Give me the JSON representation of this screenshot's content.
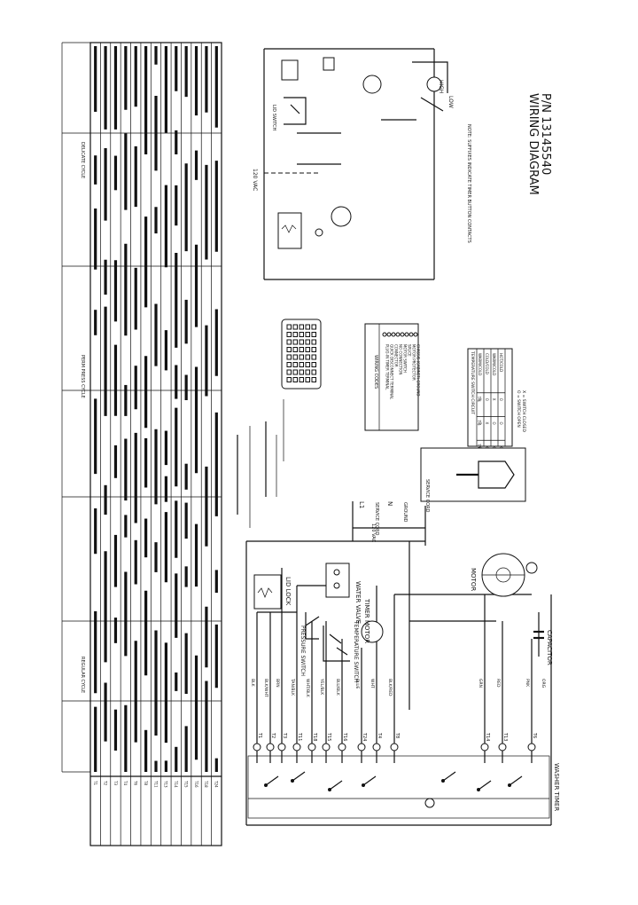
{
  "wiring_title": "WIRING DIAGRAM",
  "part_number": "P/N 13145540",
  "supply": {
    "line": "L1",
    "neutral": "N",
    "voltage": "120 VAC",
    "cord": "SERVICE CORD",
    "ground": "GROUND"
  },
  "labels": {
    "lid_lock": "LID LOCK",
    "pressure_switch": "PRESSURE SWITCH",
    "temperature_switch": "TEMPERATURE SWITCH",
    "water_valve": "WATER VALVE",
    "timer_motor": "TIMER MOTOR",
    "motor": "MOTOR",
    "capacitor": "CAPACITOR",
    "washer_timer": "WASHER TIMER",
    "high": "HIGH",
    "low": "LOW",
    "lid_switch": "LID SWITCH",
    "wiring_codes": "WIRING CODES",
    "temperature_switch_circuit": "TEMPERATURE SWITCH CIRCUIT",
    "service_cord": "SERVICE CORD",
    "note": "NOTE: SUFFIXES INDICATE TIMER BUTTON CONTACTS",
    "schematic_voltage": "120 VAC"
  },
  "wire_colors": {
    "blk": "BLK",
    "blk_wht": "BLK/WHT",
    "brn": "BRN",
    "tan_blk": "TAN/BLK",
    "wht_blk": "WHT/BLK",
    "yel_blk": "YEL/BLK",
    "blu_blk": "BLU/BLK",
    "blue": "BLUE",
    "wht": "WHT",
    "blk_red": "BLK/RED",
    "grn": "GRN",
    "red": "RED",
    "pnk": "PNK",
    "org": "ORG"
  },
  "terminals": [
    "T1",
    "T2",
    "T3",
    "T11",
    "T18",
    "T15",
    "T16",
    "T24",
    "T4",
    "T8",
    "T14",
    "T13",
    "T6"
  ],
  "wiring_codes": [
    "PLUG-IN TIMER TERMINAL",
    "QUICK DISCONNECT TERMINAL",
    "CONNECTOR",
    "NO CONNECTION",
    "MOTOR SWITCH",
    "SPLICE",
    "MOTOR PROTECTOR",
    "CHASSIS (CABINET) GROUND"
  ],
  "temp_table": {
    "columns": [
      "",
      "T-4",
      "T-5",
      "T-6"
    ],
    "rows": [
      [
        "WARM/COLD",
        "X",
        "O",
        "X"
      ],
      [
        "COLD/COLD",
        "O",
        "X",
        "X"
      ],
      [
        "WARM/COLD",
        "X",
        "O",
        "X"
      ],
      [
        "HOT/COLD",
        "O",
        "O",
        "X"
      ]
    ],
    "legend": [
      "O = SWITCH OPEN",
      "X = SWITCH CLOSED"
    ]
  },
  "timer_chart_headers": [
    "REGULAR CYCLE",
    "PERM PRESS CYCLE",
    "DELICATE CYCLE"
  ],
  "timer_chart_rows": [
    "T1",
    "T2",
    "T3",
    "T4",
    "T6",
    "T8",
    "T11",
    "T13",
    "T14",
    "T15",
    "T16",
    "T18",
    "T24"
  ],
  "colors": {
    "ink": "#111111",
    "paper": "#ffffff"
  }
}
